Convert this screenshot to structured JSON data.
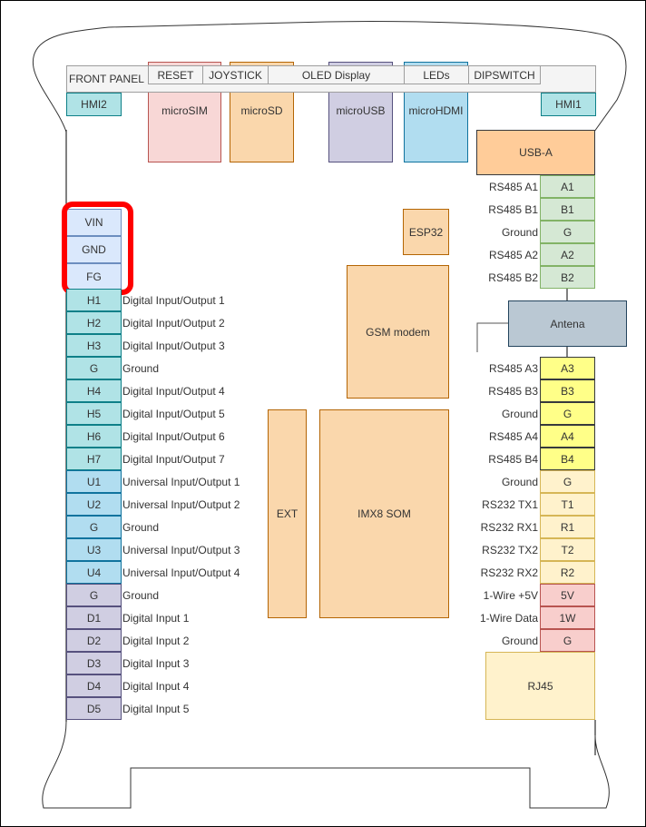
{
  "front_panel": {
    "label": "FRONT PANEL",
    "buttons": [
      "RESET",
      "JOYSTICK",
      "OLED Display",
      "LEDs",
      "DIPSWITCH"
    ]
  },
  "connectors": {
    "hmi2": "HMI2",
    "hmi1": "HMI1",
    "microsim": "microSIM",
    "microsd": "microSD",
    "microusb": "microUSB",
    "microhdmi": "microHDMI",
    "usba": "USB-A",
    "esp32": "ESP32",
    "gsm": "GSM modem",
    "antena": "Antena",
    "ext": "EXT",
    "imx8": "IMX8 SOM",
    "rj45": "RJ45"
  },
  "power_pins": [
    {
      "pin": "VIN"
    },
    {
      "pin": "GND"
    },
    {
      "pin": "FG"
    }
  ],
  "left_pins": [
    {
      "pin": "H1",
      "label": "Digital Input/Output 1",
      "group": "hdio"
    },
    {
      "pin": "H2",
      "label": "Digital Input/Output 2",
      "group": "hdio"
    },
    {
      "pin": "H3",
      "label": "Digital Input/Output 3",
      "group": "hdio"
    },
    {
      "pin": "G",
      "label": "Ground",
      "group": "hdio"
    },
    {
      "pin": "H4",
      "label": "Digital Input/Output 4",
      "group": "hdio"
    },
    {
      "pin": "H5",
      "label": "Digital Input/Output 5",
      "group": "hdio"
    },
    {
      "pin": "H6",
      "label": "Digital Input/Output 6",
      "group": "hdio"
    },
    {
      "pin": "H7",
      "label": "Digital Input/Output 7",
      "group": "hdio"
    },
    {
      "pin": "U1",
      "label": "Universal Input/Output 1",
      "group": "uio"
    },
    {
      "pin": "U2",
      "label": "Universal Input/Output 2",
      "group": "uio"
    },
    {
      "pin": "G",
      "label": "Ground",
      "group": "uio"
    },
    {
      "pin": "U3",
      "label": "Universal Input/Output 3",
      "group": "uio"
    },
    {
      "pin": "U4",
      "label": "Universal Input/Output 4",
      "group": "uio"
    },
    {
      "pin": "G",
      "label": "Ground",
      "group": "di"
    },
    {
      "pin": "D1",
      "label": "Digital Input 1",
      "group": "di"
    },
    {
      "pin": "D2",
      "label": "Digital Input 2",
      "group": "di"
    },
    {
      "pin": "D3",
      "label": "Digital Input 3",
      "group": "di"
    },
    {
      "pin": "D4",
      "label": "Digital Input 4",
      "group": "di"
    },
    {
      "pin": "D5",
      "label": "Digital Input 5",
      "group": "di"
    }
  ],
  "right_pins_top": [
    {
      "pin": "A1",
      "label": "RS485 A1",
      "group": "rs485a"
    },
    {
      "pin": "B1",
      "label": "RS485 B1",
      "group": "rs485a"
    },
    {
      "pin": "G",
      "label": "Ground",
      "group": "rs485a"
    },
    {
      "pin": "A2",
      "label": "RS485 A2",
      "group": "rs485a"
    },
    {
      "pin": "B2",
      "label": "RS485 B2",
      "group": "rs485a"
    }
  ],
  "right_pins_bottom": [
    {
      "pin": "A3",
      "label": "RS485 A3",
      "group": "rs485b"
    },
    {
      "pin": "B3",
      "label": "RS485 B3",
      "group": "rs485b"
    },
    {
      "pin": "G",
      "label": "Ground",
      "group": "rs485b"
    },
    {
      "pin": "A4",
      "label": "RS485 A4",
      "group": "rs485b"
    },
    {
      "pin": "B4",
      "label": "RS485 B4",
      "group": "rs485b"
    },
    {
      "pin": "G",
      "label": "Ground",
      "group": "rs232"
    },
    {
      "pin": "T1",
      "label": "RS232 TX1",
      "group": "rs232"
    },
    {
      "pin": "R1",
      "label": "RS232 RX1",
      "group": "rs232"
    },
    {
      "pin": "T2",
      "label": "RS232 TX2",
      "group": "rs232"
    },
    {
      "pin": "R2",
      "label": "RS232 RX2",
      "group": "rs232"
    },
    {
      "pin": "5V",
      "label": "1-Wire +5V",
      "group": "onewire"
    },
    {
      "pin": "1W",
      "label": "1-Wire Data",
      "group": "onewire"
    },
    {
      "pin": "G",
      "label": "Ground",
      "group": "onewire"
    }
  ],
  "colors": {
    "highlight": "#ff0000",
    "hdio": {
      "fill": "#b0e3e6",
      "stroke": "#0e8088"
    },
    "uio": {
      "fill": "#b1ddf0",
      "stroke": "#10739e"
    },
    "di": {
      "fill": "#d0cee2",
      "stroke": "#56517e"
    },
    "power": {
      "fill": "#dae8fc",
      "stroke": "#6c8ebf"
    },
    "rs485a": {
      "fill": "#d5e8d4",
      "stroke": "#82b366"
    },
    "rs485b": {
      "fill": "#ffff88",
      "stroke": "#36393d"
    },
    "rs232": {
      "fill": "#fff2cc",
      "stroke": "#d6b656"
    },
    "onewire": {
      "fill": "#f8cecc",
      "stroke": "#b85450"
    },
    "module": {
      "fill": "#fad7ac",
      "stroke": "#b46504"
    }
  }
}
